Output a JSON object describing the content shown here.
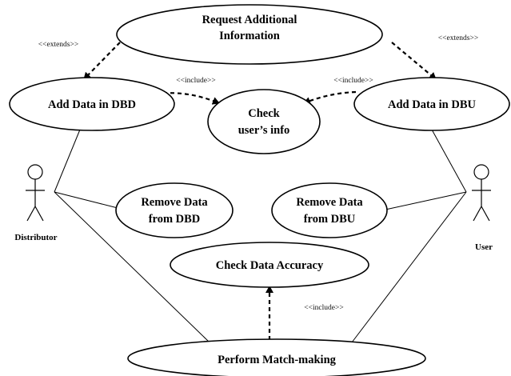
{
  "use_cases": {
    "request_info": [
      "Request Additional",
      "Information"
    ],
    "add_dbd": [
      "Add Data in DBD"
    ],
    "check_user": [
      "Check",
      "user’s info"
    ],
    "add_dbu": [
      "Add Data in DBU"
    ],
    "remove_dbd": [
      "Remove Data",
      "from DBD"
    ],
    "remove_dbu": [
      "Remove Data",
      "from DBU"
    ],
    "check_accuracy": [
      "Check Data Accuracy"
    ],
    "match_making": [
      "Perform Match-making"
    ]
  },
  "actors": {
    "distributor": "Distributor",
    "user": "User"
  },
  "relations": {
    "extends_left": "<<extends>>",
    "extends_right": "<<extends>>",
    "include_left": "<<include>>",
    "include_right": "<<include>>",
    "include_bottom": "<<include>>"
  }
}
